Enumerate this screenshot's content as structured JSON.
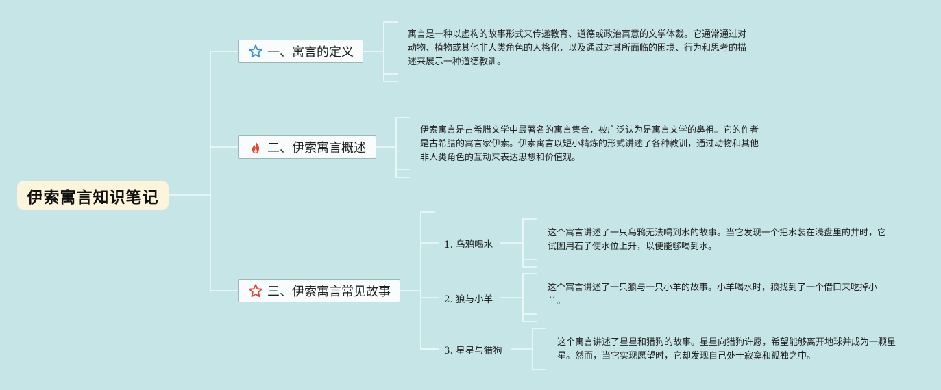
{
  "root": {
    "title": "伊索寓言知识笔记"
  },
  "topics": [
    {
      "label": "一、寓言的定义",
      "icon": "star-outline-icon",
      "icon_color": "#3a8fd6",
      "text": "寓言是一种以虚构的故事形式来传递教育、道德或政治寓意的文学体裁。它通常通过对动物、植物或其他非人类角色的人格化，以及通过对其所面临的困境、行为和思考的描述来展示一种道德教训。"
    },
    {
      "label": "二、伊索寓言概述",
      "icon": "fire-icon",
      "icon_color": "#e8452e",
      "text": "伊索寓言是古希腊文学中最著名的寓言集合，被广泛认为是寓言文学的鼻祖。它的作者是古希腊的寓言家伊索。伊索寓言以短小精炼的形式讲述了各种教训，通过动物和其他非人类角色的互动来表达思想和价值观。"
    },
    {
      "label": "三、伊索寓言常见故事",
      "icon": "star-outline-icon",
      "icon_color": "#e0453a",
      "stories": [
        {
          "label": "1. 乌鸦喝水",
          "text": "这个寓言讲述了一只乌鸦无法喝到水的故事。当它发现一个把水装在浅盘里的井时，它试图用石子使水位上升，以便能够喝到水。"
        },
        {
          "label": "2. 狼与小羊",
          "text": "这个寓言讲述了一只狼与一只小羊的故事。小羊喝水时，狼找到了一个借口来吃掉小羊。"
        },
        {
          "label": "3. 星星与猎狗",
          "text": "这个寓言讲述了星星和猎狗的故事。星星向猎狗许愿，希望能够离开地球并成为一颗星星。然而，当它实现愿望时，它却发现自己处于寂寞和孤独之中。"
        }
      ]
    }
  ],
  "colors": {
    "background": "#c6e5e6",
    "connector": "#f2fafa",
    "root_fill": "#fcf5dc"
  }
}
